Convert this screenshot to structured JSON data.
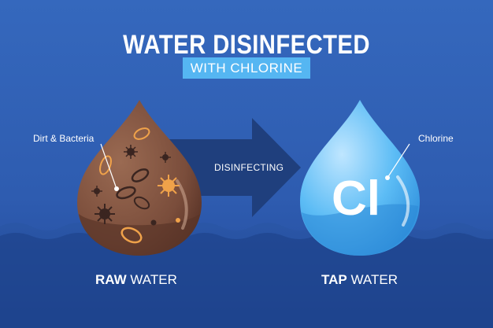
{
  "title": "WATER DISINFECTED",
  "subtitle": "WITH CHLORINE",
  "arrow_label": "DISINFECTING",
  "left_callout": "Dirt & Bacteria",
  "right_callout": "Chlorine",
  "chlorine_symbol": "Cl",
  "left_caption": {
    "bold": "RAW",
    "rest": " WATER"
  },
  "right_caption": {
    "bold": "TAP",
    "rest": " WATER"
  },
  "colors": {
    "background": "#2f5fb0",
    "subtitle_bg": "#55b6f2",
    "raw_water": "#7a4d3b",
    "tap_water": "#4fb3f0",
    "arrow": "#1f3f7d",
    "bacteria_orange": "#f0a24a",
    "bacteria_dark": "#3a2520"
  }
}
